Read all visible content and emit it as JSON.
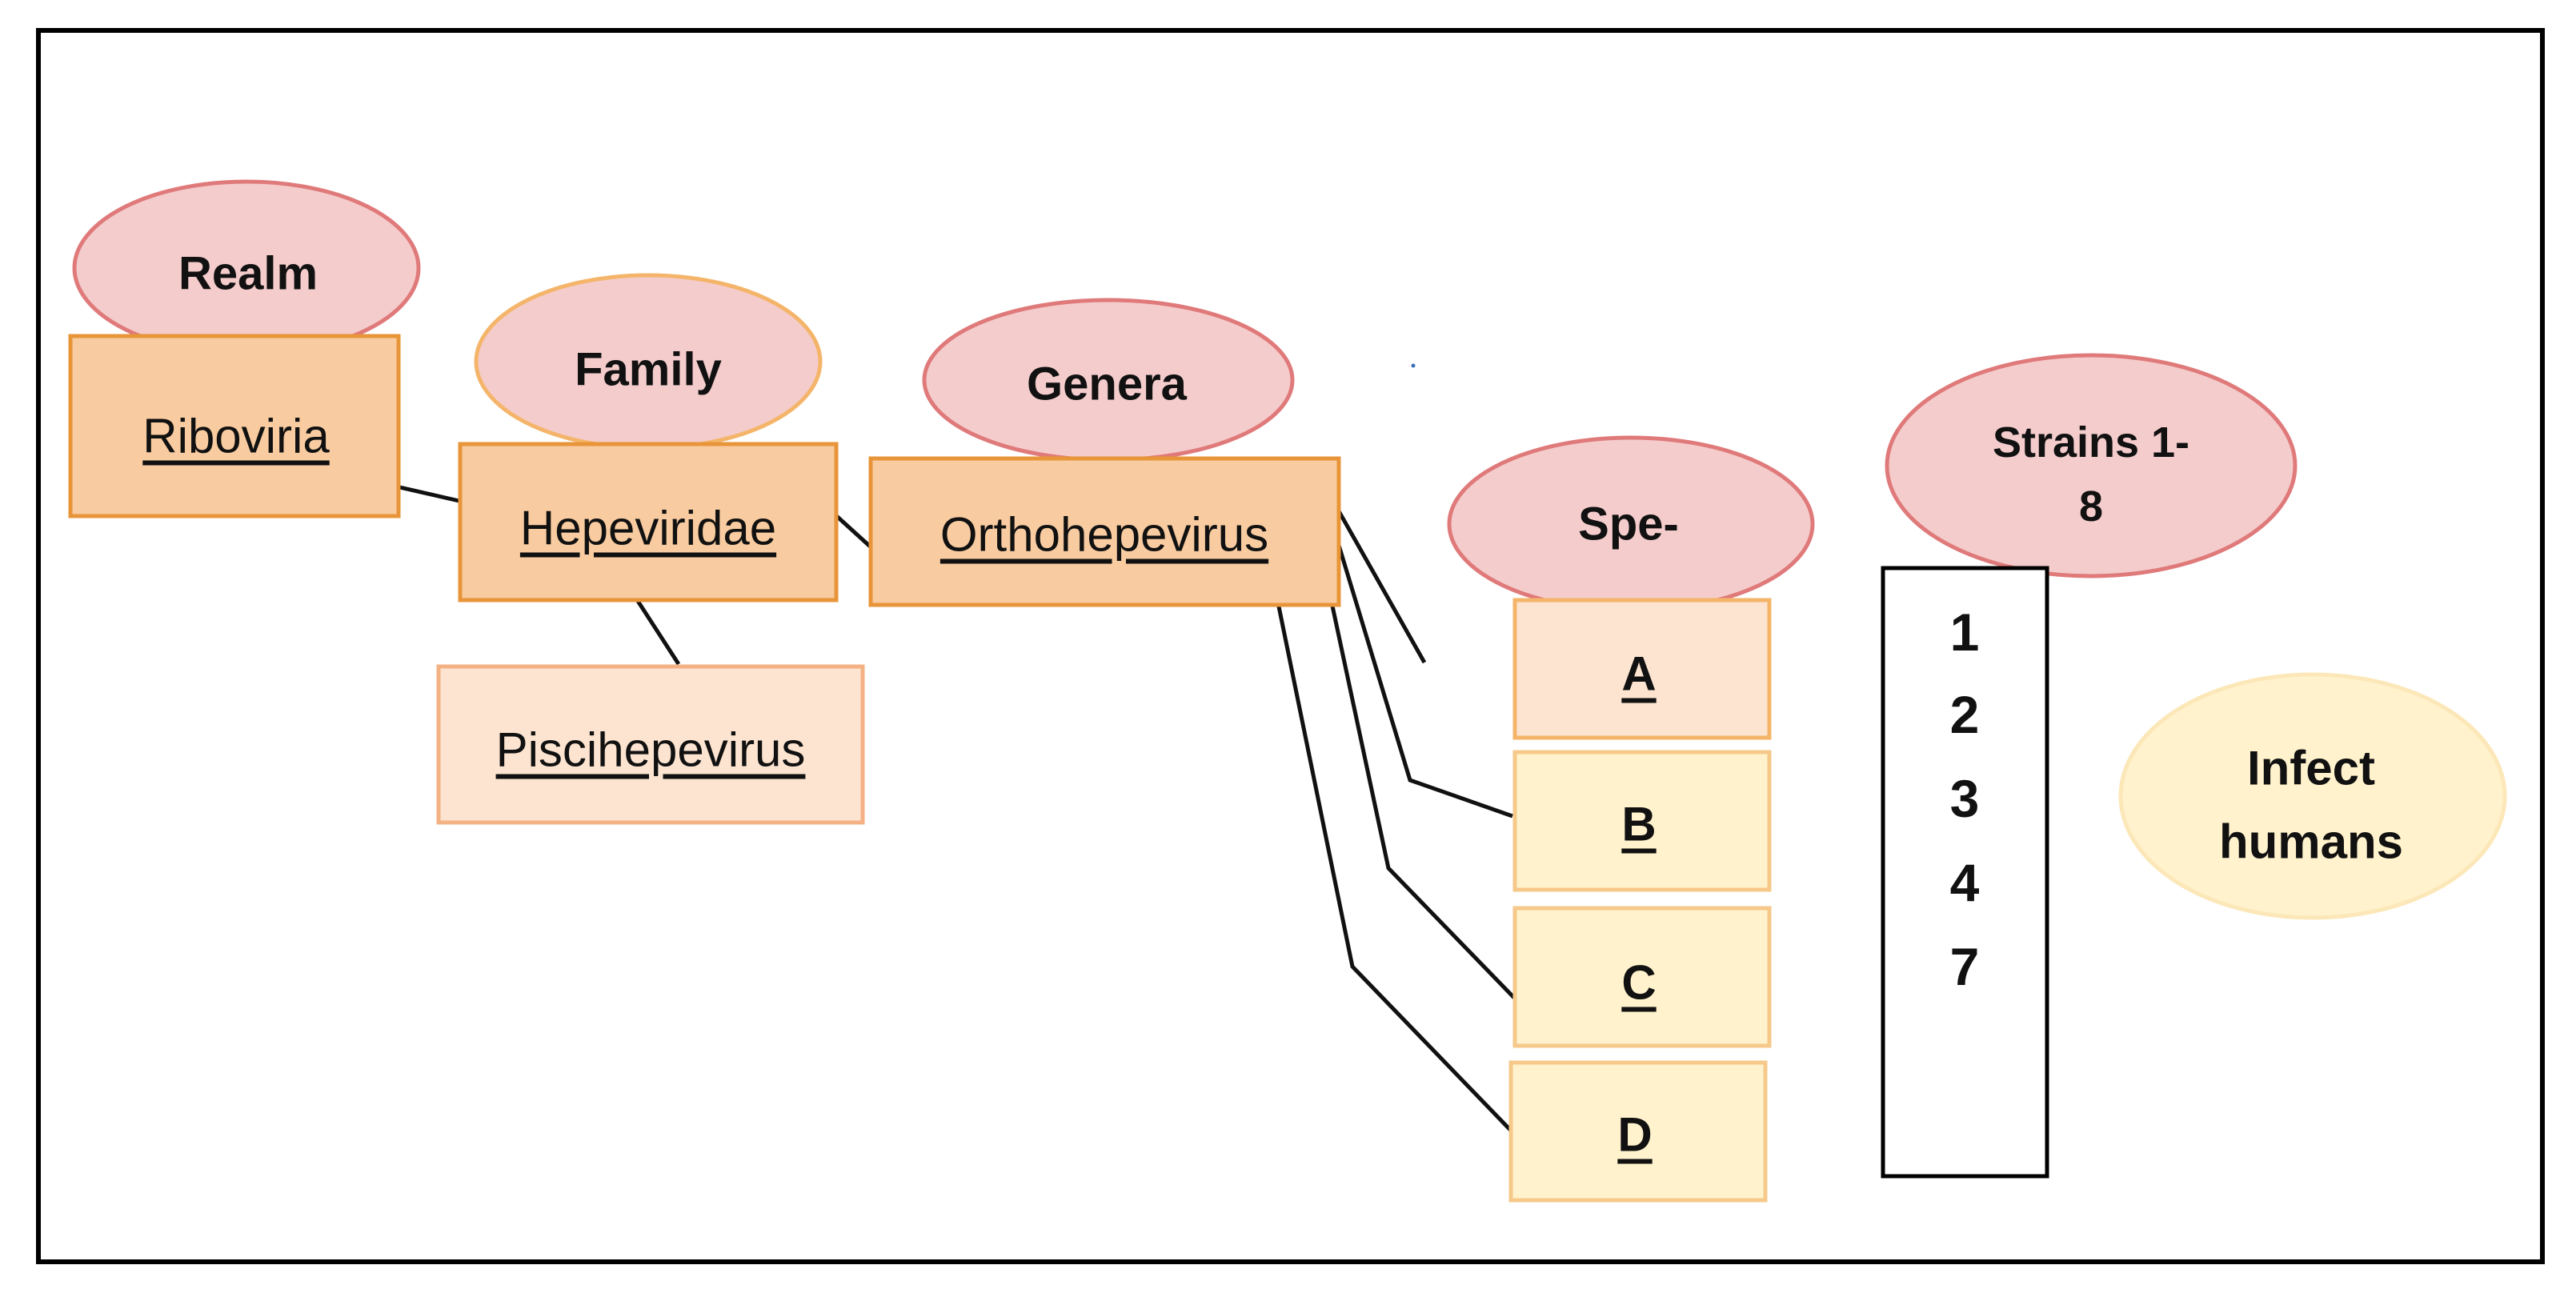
{
  "colors": {
    "ellipse_pink_fill": "#F4CCCC",
    "ellipse_pink_stroke": "#E07A7A",
    "ellipse_orange_stroke": "#F4B56A",
    "box_dark_fill": "#F8CBA0",
    "box_dark_stroke": "#E8953A",
    "box_light_fill": "#FCE4D0",
    "box_light_stroke": "#F4B184",
    "box_yellow_fill": "#FFF2CC",
    "box_yellow_stroke": "#F6C98A",
    "infect_fill": "#FFF2CC",
    "infect_stroke": "#FCE7B8",
    "line": "#111111"
  },
  "ellipses": {
    "realm": "Realm",
    "family": "Family",
    "genera": "Genera",
    "species": "Spe-",
    "strains_line1": "Strains 1-",
    "strains_line2": "8",
    "infect_line1": "Infect",
    "infect_line2": "humans"
  },
  "boxes": {
    "riboviria": "Riboviria",
    "hepeviridae": "Hepeviridae",
    "piscihepevirus": "Piscihepevirus",
    "orthohepevirus": "Orthohepevirus",
    "species_a": "A",
    "species_b": "B",
    "species_c": "C",
    "species_d": "D"
  },
  "strains": [
    "1",
    "2",
    "3",
    "4",
    "7"
  ]
}
